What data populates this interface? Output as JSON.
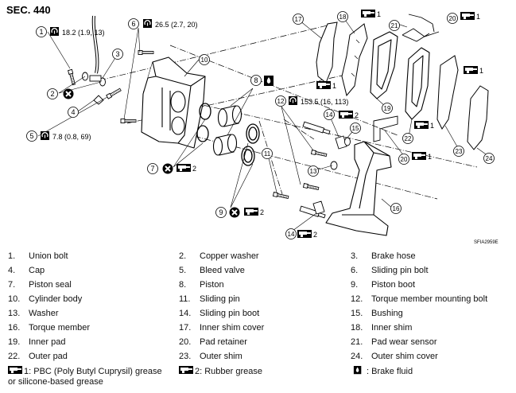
{
  "section": "SEC. 440",
  "figure_id": "SFIA2959E",
  "torques": {
    "t1": "18.2 (1.9, 13)",
    "t5": "7.8 (0.8, 69)",
    "t6": "26.5 (2.7, 20)",
    "t12": "153.5 (16, 113)"
  },
  "callout_numbers": [
    "1",
    "2",
    "3",
    "4",
    "5",
    "6",
    "7",
    "8",
    "9",
    "10",
    "11",
    "12",
    "13",
    "14",
    "15",
    "16",
    "17",
    "18",
    "19",
    "20",
    "21",
    "22",
    "23",
    "24"
  ],
  "grease_suffixes": {
    "one": "1",
    "two": "2"
  },
  "legend": [
    {
      "n": "1.",
      "name": "Union bolt"
    },
    {
      "n": "2.",
      "name": "Copper washer"
    },
    {
      "n": "3.",
      "name": "Brake hose"
    },
    {
      "n": "4.",
      "name": "Cap"
    },
    {
      "n": "5.",
      "name": "Bleed valve"
    },
    {
      "n": "6.",
      "name": "Sliding pin bolt"
    },
    {
      "n": "7.",
      "name": "Piston seal"
    },
    {
      "n": "8.",
      "name": "Piston"
    },
    {
      "n": "9.",
      "name": "Piston boot"
    },
    {
      "n": "10.",
      "name": "Cylinder body"
    },
    {
      "n": "11.",
      "name": "Sliding pin"
    },
    {
      "n": "12.",
      "name": "Torque member mounting bolt"
    },
    {
      "n": "13.",
      "name": "Washer"
    },
    {
      "n": "14.",
      "name": "Sliding pin boot"
    },
    {
      "n": "15.",
      "name": "Bushing"
    },
    {
      "n": "16.",
      "name": "Torque member"
    },
    {
      "n": "17.",
      "name": "Inner shim cover"
    },
    {
      "n": "18.",
      "name": "Inner shim"
    },
    {
      "n": "19.",
      "name": "Inner pad"
    },
    {
      "n": "20.",
      "name": "Pad retainer"
    },
    {
      "n": "21.",
      "name": "Pad wear sensor"
    },
    {
      "n": "22.",
      "name": "Outer pad"
    },
    {
      "n": "23.",
      "name": "Outer shim"
    },
    {
      "n": "24.",
      "name": "Outer shim cover"
    }
  ],
  "notes": {
    "grease1_line1": "1: PBC (Poly Butyl Cuprysil) grease",
    "grease1_line2": "or silicone-based grease",
    "grease2": "2: Rubber grease",
    "brake_fluid": ": Brake fluid"
  },
  "icons": [
    "torque-wrench-icon",
    "do-not-reuse-icon",
    "grease-gun-icon",
    "brake-fluid-icon"
  ]
}
